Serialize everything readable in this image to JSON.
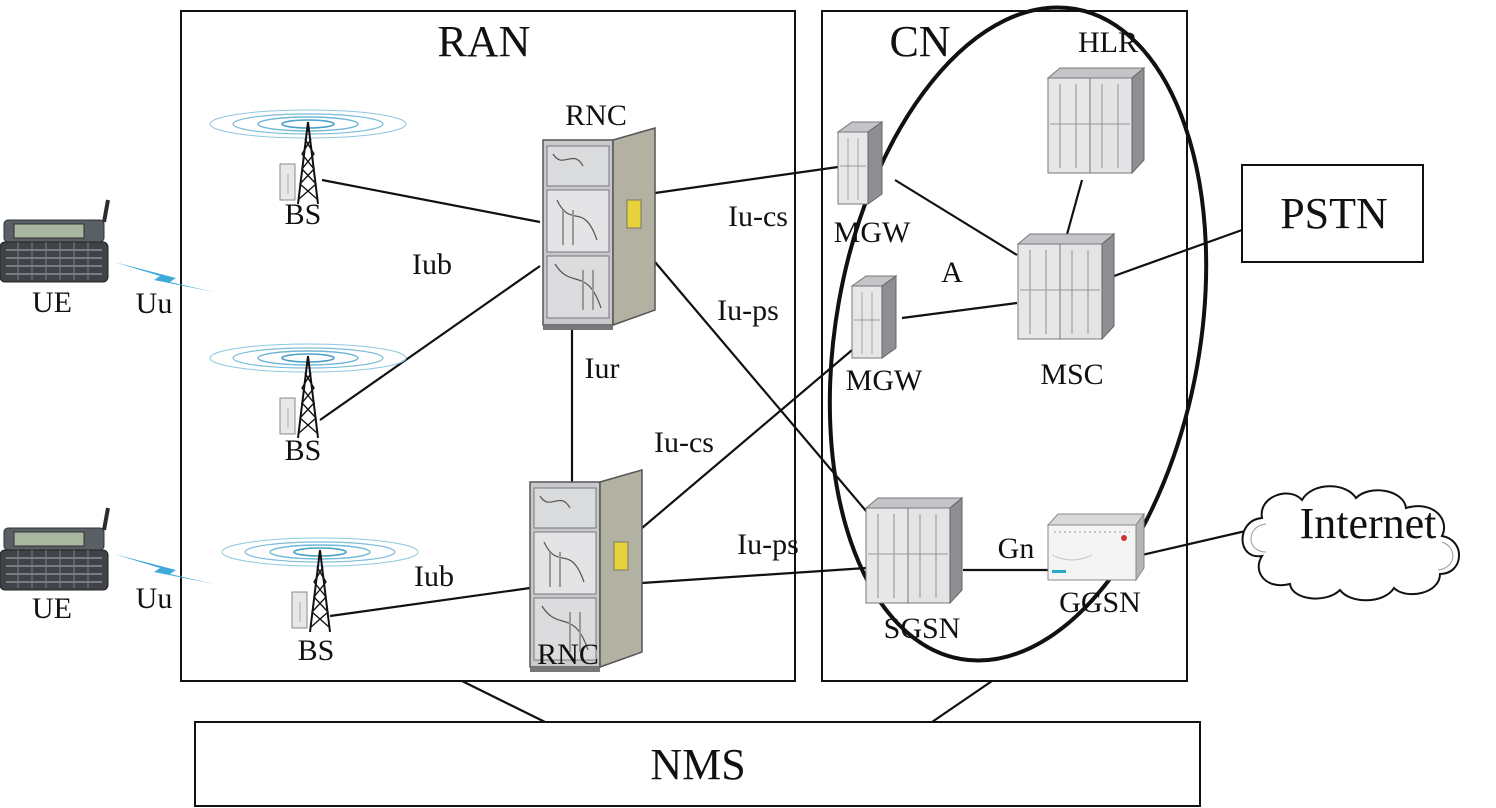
{
  "regions": {
    "ran": "RAN",
    "cn": "CN",
    "pstn": "PSTN",
    "nms": "NMS",
    "internet": "Internet"
  },
  "nodes": {
    "ue_top": "UE",
    "ue_bottom": "UE",
    "bs_1": "BS",
    "bs_2": "BS",
    "bs_3": "BS",
    "rnc_top": "RNC",
    "rnc_bottom": "RNC",
    "mgw_1": "MGW",
    "mgw_2": "MGW",
    "hlr": "HLR",
    "msc": "MSC",
    "sgsn": "SGSN",
    "ggsn": "GGSN"
  },
  "interfaces": {
    "uu_top": "Uu",
    "uu_bottom": "Uu",
    "iub_top": "Iub",
    "iub_bottom": "Iub",
    "iur": "Iur",
    "iu_cs_top": "Iu-cs",
    "iu_ps_top": "Iu-ps",
    "iu_cs_bottom": "Iu-cs",
    "iu_ps_bottom": "Iu-ps",
    "a": "A",
    "gn": "Gn"
  },
  "icons": {
    "ue": "mobile-phone-icon",
    "bs": "base-station-tower-icon",
    "rnc": "cabinet-icon",
    "server": "server-rack-icon",
    "ggsn": "router-icon",
    "internet": "cloud-icon",
    "radio": "lightning-link-icon"
  },
  "colors": {
    "line": "#111111",
    "cabinet": "#c9c9cc",
    "cabinet_door": "#a8a796",
    "server_face": "#e6e6e8",
    "server_side": "#9a9a9e",
    "radio_wave": "#6fb8d8",
    "phone": "#4a4e52"
  }
}
